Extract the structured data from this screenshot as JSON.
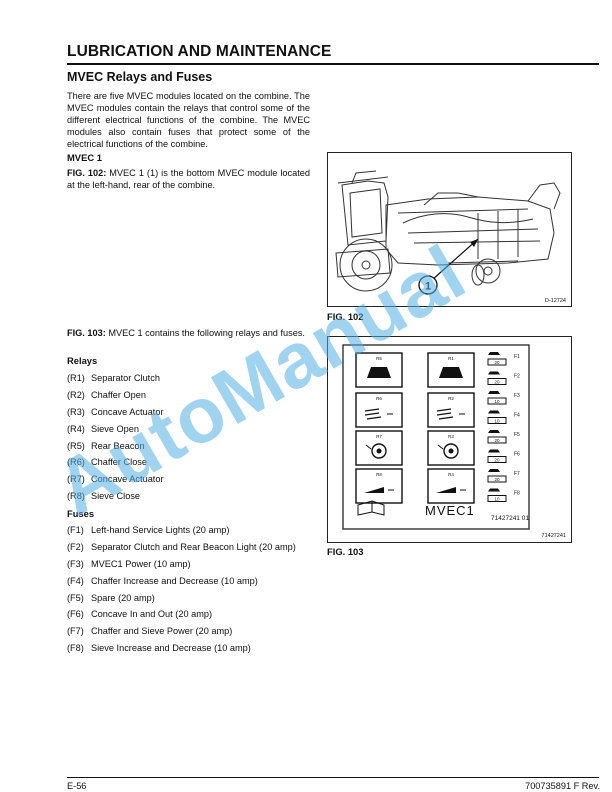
{
  "header": {
    "title": "LUBRICATION AND MAINTENANCE"
  },
  "section": {
    "title": "MVEC Relays and Fuses",
    "intro": "There are five MVEC modules located on the combine. The MVEC modules contain the relays that control some of the different electrical functions of the combine. The MVEC modules also contain fuses that protect some of the electrical functions of the combine."
  },
  "mvec1": {
    "heading": "MVEC 1",
    "fig102_ref": "FIG. 102:",
    "fig102_text": " MVEC 1 (1) is the bottom MVEC module located at the left-hand, rear of the combine.",
    "fig103_ref": "FIG. 103:",
    "fig103_text": " MVEC 1 contains the following relays and fuses."
  },
  "relays": {
    "heading": "Relays",
    "items": [
      {
        "code": "(R1)",
        "label": "Separator Clutch"
      },
      {
        "code": "(R2)",
        "label": "Chaffer Open"
      },
      {
        "code": "(R3)",
        "label": "Concave Actuator"
      },
      {
        "code": "(R4)",
        "label": "Sieve Open"
      },
      {
        "code": "(R5)",
        "label": "Rear Beacon"
      },
      {
        "code": "(R6)",
        "label": "Chaffer Close"
      },
      {
        "code": "(R7)",
        "label": "Concave Actuator"
      },
      {
        "code": "(R8)",
        "label": "Sieve Close"
      }
    ]
  },
  "fuses": {
    "heading": "Fuses",
    "items": [
      {
        "code": "(F1)",
        "label": "Left-hand Service Lights (20 amp)"
      },
      {
        "code": "(F2)",
        "label": "Separator Clutch and Rear Beacon Light (20 amp)"
      },
      {
        "code": "(F3)",
        "label": "MVEC1 Power (10 amp)"
      },
      {
        "code": "(F4)",
        "label": "Chaffer Increase and Decrease (10 amp)"
      },
      {
        "code": "(F5)",
        "label": "Spare (20 amp)"
      },
      {
        "code": "(F6)",
        "label": "Concave In and Out (20 amp)"
      },
      {
        "code": "(F7)",
        "label": "Chaffer and Sieve Power (20 amp)"
      },
      {
        "code": "(F8)",
        "label": "Sieve Increase and Decrease (10 amp)"
      }
    ]
  },
  "figure102": {
    "caption": "FIG. 102",
    "image_code": "D-12724",
    "callout": "1"
  },
  "figure103": {
    "caption": "FIG. 103",
    "image_code": "71427241",
    "panel_label": "MVEC1",
    "part_number": "71427241 01",
    "relay_labels": [
      "R5",
      "R1",
      "R6",
      "R2",
      "R7",
      "R3",
      "R8",
      "R4"
    ],
    "fuse_labels": [
      "F1",
      "F2",
      "F3",
      "F4",
      "F5",
      "F6",
      "F7",
      "F8"
    ],
    "fuse_ratings": [
      "20",
      "20",
      "10",
      "10",
      "20",
      "20",
      "20",
      "10"
    ]
  },
  "watermark": "AutoManual",
  "footer": {
    "page": "E-56",
    "doc": "700735891 F Rev."
  }
}
